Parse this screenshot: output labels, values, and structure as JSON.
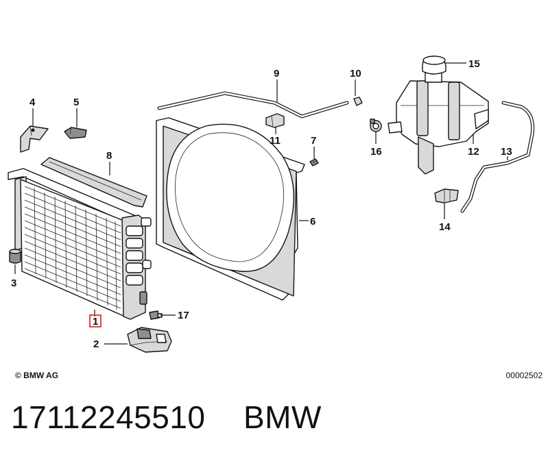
{
  "diagram": {
    "callouts": [
      {
        "id": "1",
        "label": "1",
        "highlighted": true
      },
      {
        "id": "2",
        "label": "2"
      },
      {
        "id": "3",
        "label": "3"
      },
      {
        "id": "4",
        "label": "4"
      },
      {
        "id": "5",
        "label": "5"
      },
      {
        "id": "6",
        "label": "6"
      },
      {
        "id": "7",
        "label": "7"
      },
      {
        "id": "8",
        "label": "8"
      },
      {
        "id": "9",
        "label": "9"
      },
      {
        "id": "10",
        "label": "10"
      },
      {
        "id": "11",
        "label": "11"
      },
      {
        "id": "12",
        "label": "12"
      },
      {
        "id": "13",
        "label": "13"
      },
      {
        "id": "14",
        "label": "14"
      },
      {
        "id": "15",
        "label": "15"
      },
      {
        "id": "16",
        "label": "16"
      },
      {
        "id": "17",
        "label": "17"
      }
    ],
    "highlight_color": "#e0141e"
  },
  "footer": {
    "copyright": "© BMW AG",
    "diagram_id": "00002502"
  },
  "caption": {
    "part_number": "17112245510",
    "brand": "BMW"
  }
}
